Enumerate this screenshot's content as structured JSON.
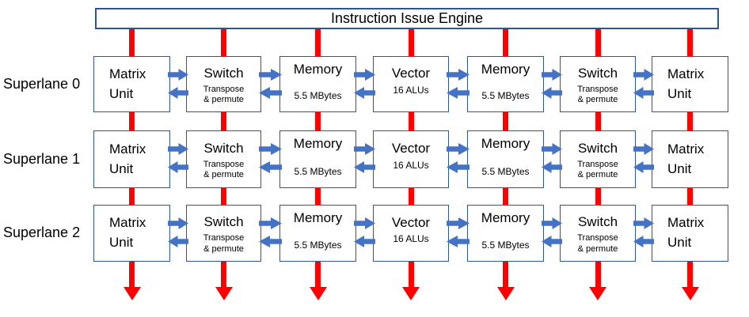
{
  "engine": {
    "label": "Instruction Issue Engine"
  },
  "lanes": [
    {
      "label": "Superlane 0"
    },
    {
      "label": "Superlane 1"
    },
    {
      "label": "Superlane 2"
    }
  ],
  "units": [
    {
      "type": "matrix",
      "title": "Matrix",
      "subtitle": "Unit"
    },
    {
      "type": "switch",
      "title": "Switch",
      "subtitle": "Transpose\n& permute"
    },
    {
      "type": "memory",
      "title": "Memory",
      "subtitle": "5.5 MBytes"
    },
    {
      "type": "vector",
      "title": "Vector",
      "subtitle": "16 ALUs"
    },
    {
      "type": "memory",
      "title": "Memory",
      "subtitle": "5.5 MBytes"
    },
    {
      "type": "switch",
      "title": "Switch",
      "subtitle": "Transpose\n& permute"
    },
    {
      "type": "matrix",
      "title": "Matrix",
      "subtitle": "Unit"
    }
  ],
  "colors": {
    "box_border": "#2F5597",
    "flow_arrow": "#4472C4",
    "bus_line": "#FF0000",
    "text": "#000000"
  }
}
